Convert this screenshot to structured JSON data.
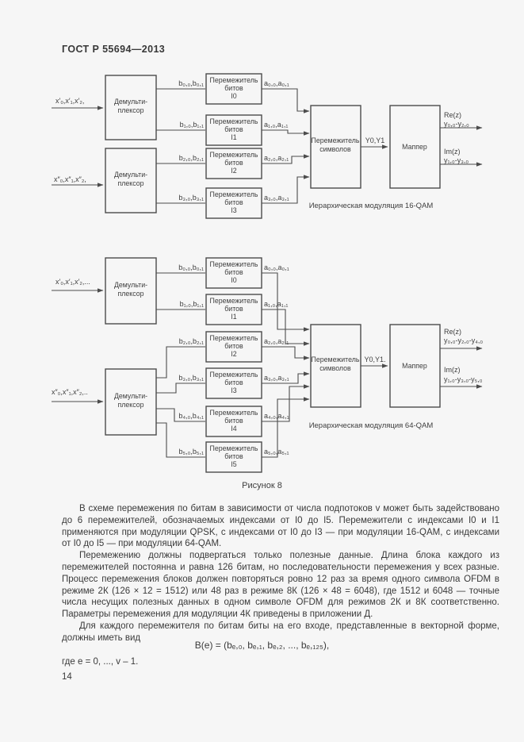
{
  "page": {
    "header": "ГОСТ Р 55694—2013",
    "number": "14"
  },
  "labels": {
    "demux_l1": "Демульти-",
    "demux_l2": "плексор",
    "interleaver_l1": "Перемежитель",
    "interleaver_l2": "битов",
    "symbol_l1": "Перемежитель",
    "symbol_l2": "символов",
    "mapper": "Маппер",
    "re": "Re(z)",
    "im": "Im(z)"
  },
  "d1": {
    "caption": "Иерархическая модуляция 16-QAM",
    "input1": "x′₀,x′₁,x′₂,",
    "input2": "x″₀,x″₁,x″₂,",
    "y01": "Y0,Y1",
    "re_y": "y₀,₀-y₂,₀",
    "im_y": "y₁,₀-y₃,₀",
    "branches": [
      {
        "b": "b₀,₀,b₀,₁",
        "a": "a₀,₀,a₀,₁",
        "id": "I0"
      },
      {
        "b": "b₁,₀,b₁,₁",
        "a": "a₁,₀,a₁,₁",
        "id": "I1"
      },
      {
        "b": "b₂,₀,b₂,₁",
        "a": "a₂,₀,a₂,₁",
        "id": "I2"
      },
      {
        "b": "b₃,₀,b₃,₁",
        "a": "a₃,₀,a₃,₁",
        "id": "I3"
      }
    ]
  },
  "d2": {
    "caption": "Иерархическая модуляция 64-QAM",
    "input1": "x′₀,x′₁,x′₂,...",
    "input2": "x″₀,x″₁,x″₂,..",
    "y01": "Y0,Y1.",
    "re_y": "y₀,₀-y₂,₀-y₄,₀",
    "im_y": "y₁,₀-y₃,₀-y₅,₀",
    "branches": [
      {
        "b": "b₀,₀,b₀,₁",
        "a": "a₀,₀,a₀,₁",
        "id": "I0"
      },
      {
        "b": "b₁,₀,b₁,₁",
        "a": "a₁,₀,a₁,₁",
        "id": "I1"
      },
      {
        "b": "b₂,₀,b₂,₁",
        "a": "a₂,₀,a₂,₁",
        "id": "I2"
      },
      {
        "b": "b₃,₀,b₃,₁",
        "a": "a₃,₀,a₃,₁",
        "id": "I3"
      },
      {
        "b": "b₄,₀,b₄,₁",
        "a": "a₄,₀,a₄,₁",
        "id": "I4"
      },
      {
        "b": "b₅,₀,b₅,₁",
        "a": "a₅,₀,a₅,₁",
        "id": "I5"
      }
    ]
  },
  "figure": {
    "caption": "Рисунок 8"
  },
  "body": {
    "paragraphs": [
      "В схеме перемежения по битам в зависимости от числа подпотоков v может быть задействовано до 6 перемежителей, обозначаемых индексами от I0 до I5. Перемежители с индексами I0 и I1 применяются при модуляции QPSK, с индексами от I0 до I3 — при модуляции 16-QAM, с индексами от I0 до I5 — при модуляции 64-QAM.",
      "Перемежению должны подвергаться только полезные данные. Длина блока каждого из перемежителей постоянна и равна 126 битам, но последовательности перемежения у всех разные. Процесс перемежения блоков должен повторяться ровно 12 раз за время одного символа OFDM в режиме 2К (126 × 12 = 1512) или 48 раз в режиме 8К (126 × 48 = 6048), где 1512 и 6048 — точные числа несущих полезных данных в одном символе OFDM для режимов 2К и 8К соответственно. Параметры перемежения для модуляции 4К приведены в приложении Д.",
      "Для каждого перемежителя по битам биты на его входе, представленные в векторной форме, должны иметь вид"
    ]
  },
  "formula": {
    "text": "B(e) = (bₑ,₀, bₑ,₁, bₑ,₂, ..., bₑ,₁₂₅),",
    "where": "где е = 0, ..., v – 1."
  }
}
